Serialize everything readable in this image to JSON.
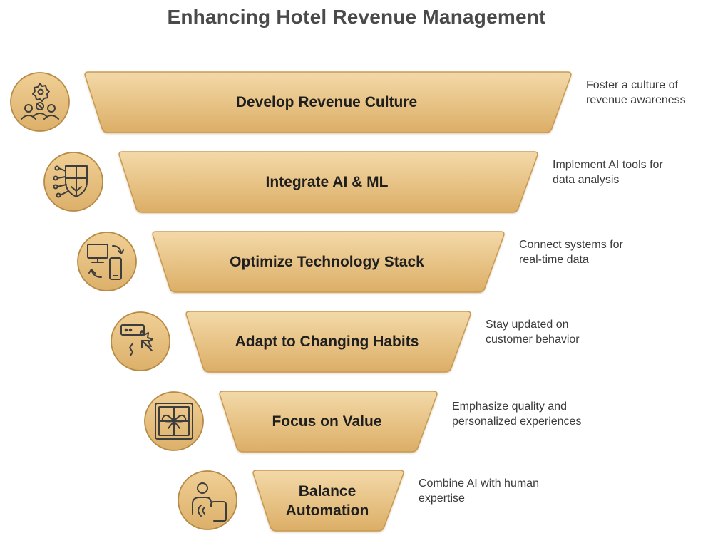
{
  "title": "Enhancing Hotel Revenue Management",
  "colors": {
    "segment_fill_top": "#f2d6a2",
    "segment_fill_bottom": "#ddb169",
    "segment_stroke": "#c99a53",
    "circle_fill": "#e6c184",
    "circle_stroke": "#b78a45",
    "icon_stroke": "#3d3d3d"
  },
  "levels": [
    {
      "label": "Develop Revenue Culture",
      "description": "Foster a culture of revenue awareness",
      "icon": "team-gear-icon"
    },
    {
      "label": "Integrate AI & ML",
      "description": "Implement AI tools for data analysis",
      "icon": "ai-shield-circuit-icon"
    },
    {
      "label": "Optimize Technology Stack",
      "description": "Connect systems for real-time data",
      "icon": "device-sync-icon"
    },
    {
      "label": "Adapt to Changing Habits",
      "description": "Stay updated on customer behavior",
      "icon": "click-burst-icon"
    },
    {
      "label": "Focus on Value",
      "description": "Emphasize quality and personalized experiences",
      "icon": "gift-box-icon"
    },
    {
      "label": "Balance Automation",
      "description": "Combine AI with human expertise",
      "icon": "human-touch-icon"
    }
  ]
}
